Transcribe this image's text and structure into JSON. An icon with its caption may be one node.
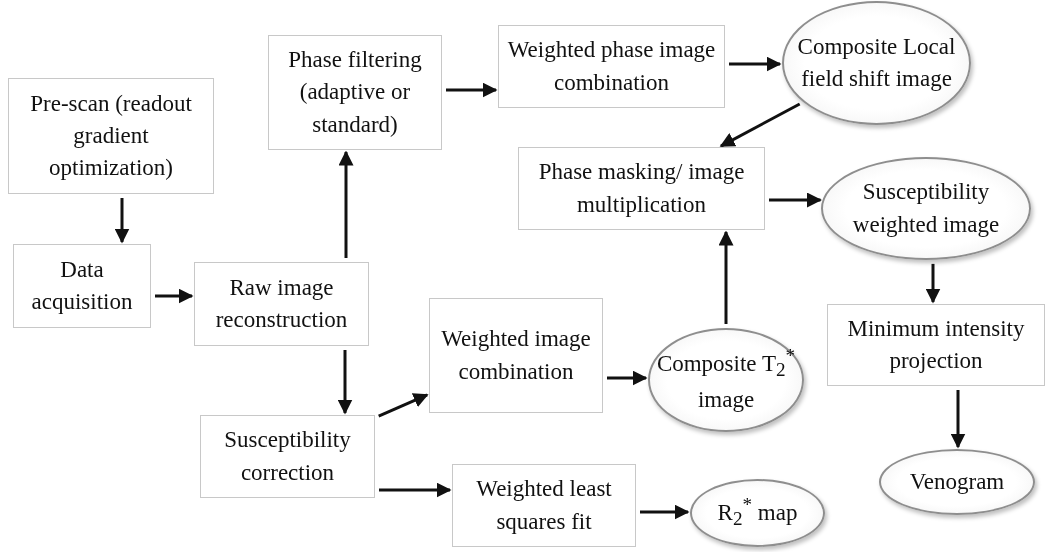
{
  "diagram": {
    "nodes": [
      {
        "text": [
          "Pre-scan (readout gradient optimization)"
        ]
      },
      {
        "text": [
          "Data acquisition"
        ]
      },
      {
        "text": [
          "Raw image reconstruction"
        ]
      },
      {
        "text": [
          "Phase filtering (adaptive or standard)"
        ]
      },
      {
        "text": [
          "Weighted phase image combination"
        ]
      },
      {
        "text": [
          "Composite Local field shift image"
        ]
      },
      {
        "text": [
          "Phase masking/ image multiplication"
        ]
      },
      {
        "text": [
          "Susceptibility weighted image"
        ]
      },
      {
        "text": [
          "Weighted image combination"
        ]
      },
      {
        "text": [
          "Composite T$_{2}$$^{*}$ image"
        ]
      },
      {
        "text": [
          "Minimum intensity projection"
        ]
      },
      {
        "text": [
          "Venogram"
        ]
      },
      {
        "text": [
          "Susceptibility correction"
        ]
      },
      {
        "text": [
          "Weighted least squares fit"
        ]
      },
      {
        "text": [
          "R$_{2}$$^{*}$ map"
        ]
      }
    ],
    "edges": [
      {
        "from": 0,
        "to": 1,
        "arrow": "to"
      },
      {
        "from": 1,
        "to": 2,
        "arrow": "to"
      },
      {
        "from": 2,
        "to": 3,
        "arrow": "to"
      },
      {
        "from": 2,
        "to": 12,
        "arrow": "to"
      },
      {
        "from": 3,
        "to": 4,
        "arrow": "to"
      },
      {
        "from": 4,
        "to": 5,
        "arrow": "to"
      },
      {
        "from": 5,
        "to": 6,
        "arrow": "to"
      },
      {
        "from": 6,
        "to": 7,
        "arrow": "to"
      },
      {
        "from": 12,
        "to": 8,
        "arrow": "to"
      },
      {
        "from": 8,
        "to": 9,
        "arrow": "to"
      },
      {
        "from": 9,
        "to": 6,
        "arrow": "to"
      },
      {
        "from": 12,
        "to": 13,
        "arrow": "to"
      },
      {
        "from": 13,
        "to": 14,
        "arrow": "to"
      },
      {
        "from": 7,
        "to": 10,
        "arrow": "to"
      },
      {
        "from": 10,
        "to": 11,
        "arrow": "to"
      }
    ]
  }
}
